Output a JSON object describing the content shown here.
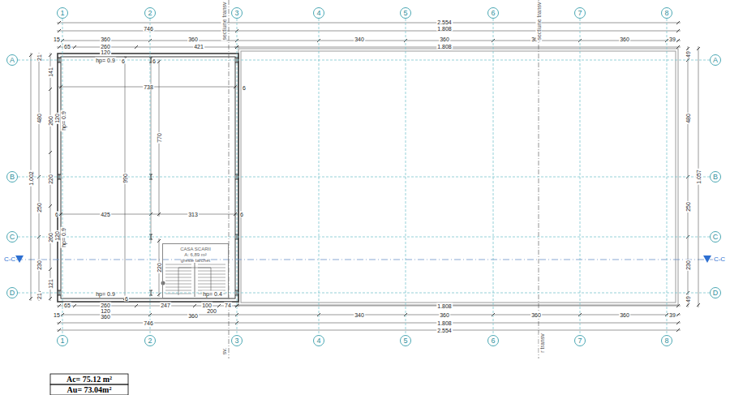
{
  "diagram": {
    "nodes": [
      {
        "text": [
          "1"
        ]
      },
      {
        "text": [
          "2"
        ]
      },
      {
        "text": [
          "3"
        ]
      },
      {
        "text": [
          "4"
        ]
      },
      {
        "text": [
          "5"
        ]
      },
      {
        "text": [
          "6"
        ]
      },
      {
        "text": [
          "7"
        ]
      },
      {
        "text": [
          "8"
        ]
      },
      {
        "text": [
          "1"
        ]
      },
      {
        "text": [
          "2"
        ]
      },
      {
        "text": [
          "3"
        ]
      },
      {
        "text": [
          "4"
        ]
      },
      {
        "text": [
          "5"
        ]
      },
      {
        "text": [
          "6"
        ]
      },
      {
        "text": [
          "7"
        ]
      },
      {
        "text": [
          "8"
        ]
      },
      {
        "text": [
          "A"
        ]
      },
      {
        "text": [
          "B"
        ]
      },
      {
        "text": [
          "C"
        ]
      },
      {
        "text": [
          "D"
        ]
      },
      {
        "text": [
          "A"
        ]
      },
      {
        "text": [
          "B"
        ]
      },
      {
        "text": [
          "C"
        ]
      },
      {
        "text": [
          "D"
        ]
      },
      {
        "text": [
          "CASA SCARII",
          "A: 6,89 m²",
          "gresie tarchet"
        ]
      }
    ],
    "edges": [
      {
        "from": 0,
        "to": 8,
        "arrow": "none"
      },
      {
        "from": 1,
        "to": 9,
        "arrow": "none"
      },
      {
        "from": 2,
        "to": 10,
        "arrow": "none"
      },
      {
        "from": 3,
        "to": 11,
        "arrow": "none"
      },
      {
        "from": 4,
        "to": 12,
        "arrow": "none"
      },
      {
        "from": 5,
        "to": 13,
        "arrow": "none"
      },
      {
        "from": 6,
        "to": 14,
        "arrow": "none"
      },
      {
        "from": 7,
        "to": 15,
        "arrow": "none"
      },
      {
        "from": 16,
        "to": 20,
        "arrow": "none"
      },
      {
        "from": 17,
        "to": 21,
        "arrow": "none"
      },
      {
        "from": 18,
        "to": 22,
        "arrow": "none"
      },
      {
        "from": 19,
        "to": 23,
        "arrow": "none"
      }
    ],
    "labels": [
      "746",
      "2.554",
      "1.808",
      "15",
      "360",
      "360",
      "340",
      "360",
      "360",
      "360",
      "39",
      "65",
      "260",
      "421",
      "1.808",
      "120",
      "hp= 0.9",
      "6",
      "6",
      "738",
      "6",
      "770",
      "990",
      "425",
      "313",
      "6",
      "6",
      "220",
      "hp= 0.9",
      "hp= 0.4",
      "6",
      "21",
      "141",
      "480",
      "260",
      "120",
      "hp= 0.9",
      "1.002",
      "220",
      "250",
      "260",
      "120",
      "hp= 0.9",
      "230",
      "121",
      "21",
      "49",
      "480",
      "1.057",
      "250",
      "230",
      "49",
      "65",
      "260",
      "247",
      "100",
      "74",
      "1.808",
      "15",
      "120",
      "360",
      "360",
      "200",
      "340",
      "360",
      "360",
      "360",
      "39",
      "746",
      "1.808",
      "2.554",
      "sectiune transv",
      "sectiune transv",
      "sv.",
      "r transv",
      "C-C",
      "C-C",
      "Ac= 75.12 m²",
      "Au= 73.04m²"
    ]
  }
}
